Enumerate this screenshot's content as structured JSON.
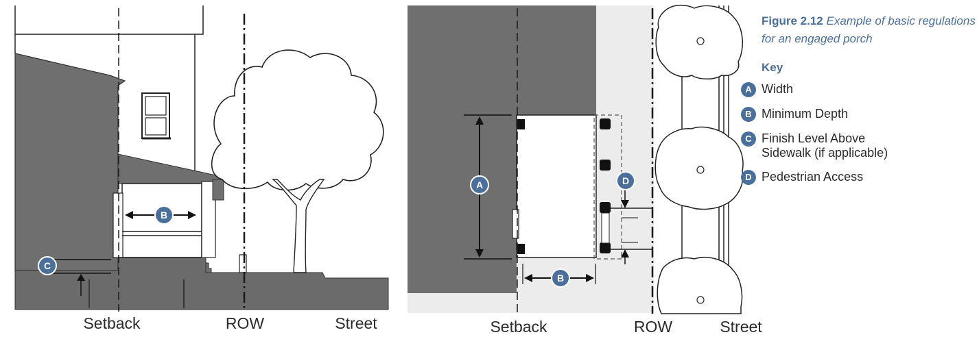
{
  "figure": {
    "number": "Figure 2.12",
    "caption": "Example of basic regulations for an engaged porch"
  },
  "key": {
    "title": "Key",
    "items": [
      {
        "letter": "A",
        "label": "Width"
      },
      {
        "letter": "B",
        "label": "Minimum Depth"
      },
      {
        "letter": "C",
        "label": "Finish Level Above Sidewalk (if applicable)"
      },
      {
        "letter": "D",
        "label": "Pedestrian Access"
      }
    ]
  },
  "elevation": {
    "labels": {
      "setback": "Setback",
      "row": "ROW",
      "street": "Street"
    },
    "badges": {
      "b": "B",
      "c": "C"
    }
  },
  "plan": {
    "labels": {
      "setback": "Setback",
      "row": "ROW",
      "street": "Street"
    },
    "badges": {
      "a": "A",
      "b": "B",
      "d": "D"
    }
  },
  "colors": {
    "building": "#6f6f6f",
    "ground": "#6b6b6b",
    "sidewalk": "#ececec",
    "accent": "#4a6f9a",
    "line": "#1a1a1a"
  }
}
